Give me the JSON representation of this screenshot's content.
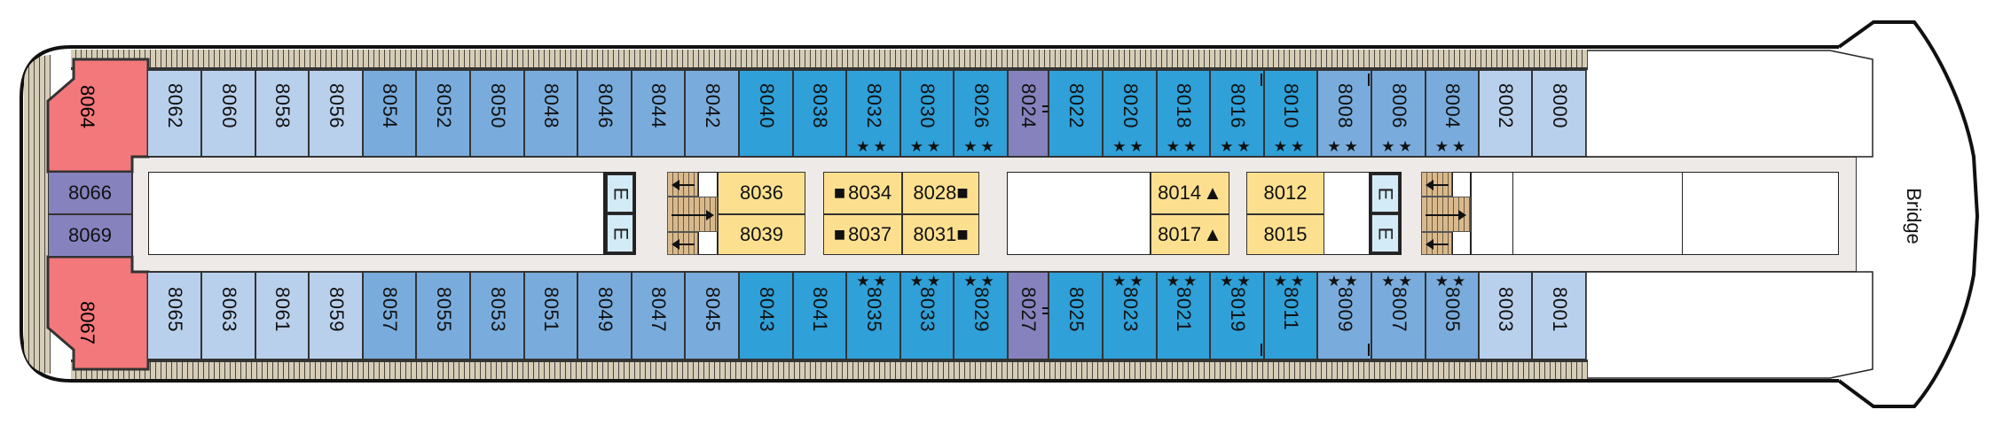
{
  "deck_plan": {
    "bridge_label": "Bridge",
    "elevator_label": "E",
    "colors": {
      "suite_pink": "#f2787b",
      "category_light_blue": "#b9d0ec",
      "category_medium_blue": "#79acdc",
      "category_bright_blue": "#2fa0d8",
      "category_purple": "#8682bd",
      "inside_yellow": "#fde08f",
      "elevator": "#d3ebf7",
      "corridor": "#eeeae7",
      "decking": "#d6cdb7",
      "stairs": "#d9b98c"
    },
    "symbols": {
      "two_stars": "★★",
      "square": "■",
      "triangle": "▲"
    },
    "aft_suites": [
      {
        "number": "8064",
        "position": "top",
        "color": "suite_pink"
      },
      {
        "number": "8066",
        "position": "upper-middle",
        "color": "category_purple"
      },
      {
        "number": "8069",
        "position": "lower-middle",
        "color": "category_purple"
      },
      {
        "number": "8067",
        "position": "bottom",
        "color": "suite_pink"
      }
    ],
    "port_cabins": [
      {
        "number": "8062",
        "color": "category_light_blue"
      },
      {
        "number": "8060",
        "color": "category_light_blue"
      },
      {
        "number": "8058",
        "color": "category_light_blue"
      },
      {
        "number": "8056",
        "color": "category_light_blue"
      },
      {
        "number": "8054",
        "color": "category_medium_blue"
      },
      {
        "number": "8052",
        "color": "category_medium_blue"
      },
      {
        "number": "8050",
        "color": "category_medium_blue"
      },
      {
        "number": "8048",
        "color": "category_medium_blue"
      },
      {
        "number": "8046",
        "color": "category_medium_blue"
      },
      {
        "number": "8044",
        "color": "category_medium_blue"
      },
      {
        "number": "8042",
        "color": "category_medium_blue"
      },
      {
        "number": "8040",
        "color": "category_bright_blue"
      },
      {
        "number": "8038",
        "color": "category_bright_blue"
      },
      {
        "number": "8032",
        "color": "category_bright_blue",
        "stars": true
      },
      {
        "number": "8030",
        "color": "category_bright_blue",
        "stars": true
      },
      {
        "number": "8026",
        "color": "category_bright_blue",
        "stars": true
      },
      {
        "number": "8024",
        "color": "category_purple",
        "connecting": true
      },
      {
        "number": "8022",
        "color": "category_bright_blue"
      },
      {
        "number": "8020",
        "color": "category_bright_blue",
        "stars": true
      },
      {
        "number": "8018",
        "color": "category_bright_blue",
        "stars": true
      },
      {
        "number": "8016",
        "color": "category_bright_blue",
        "stars": true,
        "connecting": true
      },
      {
        "number": "8010",
        "color": "category_bright_blue",
        "stars": true
      },
      {
        "number": "8008",
        "color": "category_medium_blue",
        "stars": true,
        "connecting": true
      },
      {
        "number": "8006",
        "color": "category_medium_blue",
        "stars": true
      },
      {
        "number": "8004",
        "color": "category_medium_blue",
        "stars": true
      },
      {
        "number": "8002",
        "color": "category_light_blue"
      },
      {
        "number": "8000",
        "color": "category_light_blue"
      }
    ],
    "starboard_cabins": [
      {
        "number": "8065",
        "color": "category_light_blue"
      },
      {
        "number": "8063",
        "color": "category_light_blue"
      },
      {
        "number": "8061",
        "color": "category_light_blue"
      },
      {
        "number": "8059",
        "color": "category_light_blue"
      },
      {
        "number": "8057",
        "color": "category_medium_blue"
      },
      {
        "number": "8055",
        "color": "category_medium_blue"
      },
      {
        "number": "8053",
        "color": "category_medium_blue"
      },
      {
        "number": "8051",
        "color": "category_medium_blue"
      },
      {
        "number": "8049",
        "color": "category_medium_blue"
      },
      {
        "number": "8047",
        "color": "category_medium_blue"
      },
      {
        "number": "8045",
        "color": "category_medium_blue"
      },
      {
        "number": "8043",
        "color": "category_bright_blue"
      },
      {
        "number": "8041",
        "color": "category_bright_blue"
      },
      {
        "number": "8035",
        "color": "category_bright_blue",
        "stars": true
      },
      {
        "number": "8033",
        "color": "category_bright_blue",
        "stars": true
      },
      {
        "number": "8029",
        "color": "category_bright_blue",
        "stars": true
      },
      {
        "number": "8027",
        "color": "category_purple",
        "connecting": true
      },
      {
        "number": "8025",
        "color": "category_bright_blue"
      },
      {
        "number": "8023",
        "color": "category_bright_blue",
        "stars": true
      },
      {
        "number": "8021",
        "color": "category_bright_blue",
        "stars": true
      },
      {
        "number": "8019",
        "color": "category_bright_blue",
        "stars": true,
        "connecting": true
      },
      {
        "number": "8011",
        "color": "category_bright_blue",
        "stars": true
      },
      {
        "number": "8009",
        "color": "category_medium_blue",
        "stars": true,
        "connecting": true
      },
      {
        "number": "8007",
        "color": "category_medium_blue",
        "stars": true
      },
      {
        "number": "8005",
        "color": "category_medium_blue",
        "stars": true
      },
      {
        "number": "8003",
        "color": "category_light_blue"
      },
      {
        "number": "8001",
        "color": "category_light_blue"
      }
    ],
    "inside_cabins": [
      {
        "number": "8036",
        "symbol": ""
      },
      {
        "number": "8039",
        "symbol": ""
      },
      {
        "number": "8034",
        "symbol": "square",
        "symbol_side": "left"
      },
      {
        "number": "8037",
        "symbol": "square",
        "symbol_side": "left"
      },
      {
        "number": "8028",
        "symbol": "square",
        "symbol_side": "right"
      },
      {
        "number": "8031",
        "symbol": "square",
        "symbol_side": "right"
      },
      {
        "number": "8014",
        "symbol": "triangle",
        "symbol_side": "right"
      },
      {
        "number": "8017",
        "symbol": "triangle",
        "symbol_side": "right"
      },
      {
        "number": "8012",
        "symbol": ""
      },
      {
        "number": "8015",
        "symbol": ""
      }
    ]
  }
}
